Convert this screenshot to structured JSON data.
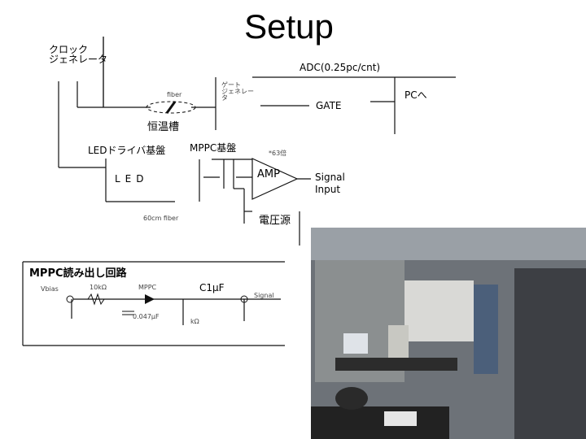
{
  "slide": {
    "title": "Setup"
  },
  "diagram": {
    "clock_generator": "クロック\nジェネレータ",
    "adc": "ADC(0.25pc/cnt)",
    "gate_generator": "ゲート\nジェネレー\nタ",
    "gate": "GATE",
    "to_pc": "PCへ",
    "fiber_small": "fiber",
    "thermostat": "恒温槽",
    "led_driver_board": "LEDドライバ基盤",
    "mppc_board": "MPPC基盤",
    "led_label": "LED",
    "gain_label": "*63倍",
    "amp": "AMP",
    "signal_input": "Signal\nInput",
    "fiber_small2": "60cm fiber",
    "voltage_source": "電圧源"
  },
  "readout": {
    "title": "MPPC読み出し回路",
    "vbias": "Vbias",
    "r1": "10kΩ",
    "mppc": "MPPC",
    "c1": "C1μF",
    "signal": "Signal",
    "c2": "0.047μF",
    "r2": "kΩ"
  },
  "photo": {
    "description_icon": "lab-photo"
  },
  "colors": {
    "line": "#111111",
    "photo_bg": "#6d7278"
  }
}
